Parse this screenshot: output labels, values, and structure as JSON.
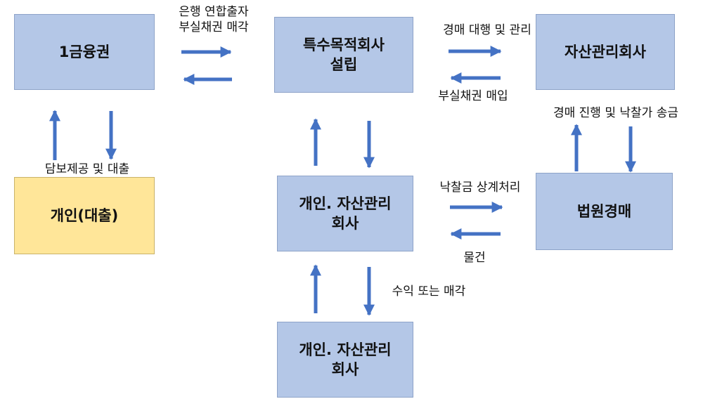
{
  "boxes": {
    "bank": "1금융권",
    "spc": "특수목적회사\n설립",
    "amc": "자산관리회사",
    "individual_loan": "개인(대출)",
    "individual_amc_mid": "개인. 자산관리\n회사",
    "court_auction": "법원경매",
    "individual_amc_bottom": "개인. 자산관리\n회사"
  },
  "labels": {
    "bank_to_spc": "은행 연합출자\n부실채권 매각",
    "spc_to_amc": "경매 대행 및 관리",
    "amc_to_spc": "부실채권 매입",
    "amc_court": "경매 진행 및 낙찰가 송금",
    "collateral_loan": "담보제공 및 대출",
    "winning_bid": "낙찰금 상계처리",
    "property": "물건",
    "profit_or_sale": "수익 또는 매각"
  },
  "colors": {
    "box_blue": "#b4c7e7",
    "box_yellow": "#ffe699",
    "arrow": "#4472c4"
  }
}
